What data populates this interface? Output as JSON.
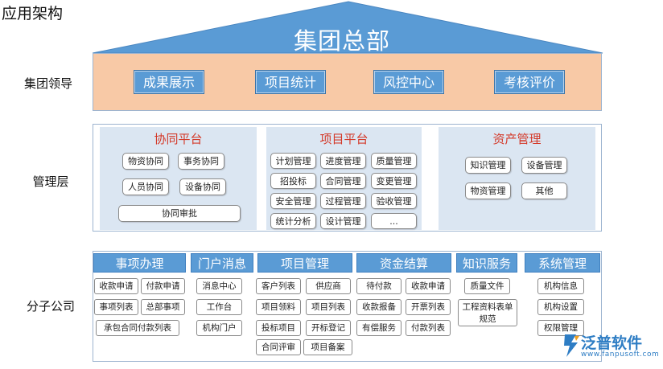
{
  "page_title": "应用架构",
  "hq_title": "集团总部",
  "rows": {
    "leadership": "集团领导",
    "management": "管理层",
    "subsidiary": "分子公司"
  },
  "leadership_items": [
    "成果展示",
    "项目统计",
    "风控中心",
    "考核评价"
  ],
  "management": {
    "collab": {
      "title": "协同平台",
      "items": [
        "物资协同",
        "事务协同",
        "人员协同",
        "设备协同",
        "协同审批"
      ]
    },
    "project": {
      "title": "项目平台",
      "items": [
        "计划管理",
        "进度管理",
        "质量管理",
        "招投标",
        "合同管理",
        "变更管理",
        "安全管理",
        "过程管理",
        "验收管理",
        "统计分析",
        "设计管理",
        "..."
      ]
    },
    "asset": {
      "title": "资产管理",
      "items": [
        "知识管理",
        "设备管理",
        "物资管理",
        "其他"
      ]
    }
  },
  "subsidiary": {
    "matters": {
      "title": "事项办理",
      "items": [
        "收款申请",
        "付款申请",
        "事项列表",
        "总部事项",
        "承包合同付款列表"
      ]
    },
    "portal": {
      "title": "门户消息",
      "items": [
        "消息中心",
        "工作台",
        "机构门户"
      ]
    },
    "project": {
      "title": "项目管理",
      "items": [
        "客户列表",
        "供应商",
        "项目领料",
        "项目列表",
        "投标项目",
        "开标登记",
        "合同评审",
        "项目备案"
      ]
    },
    "funds": {
      "title": "资金结算",
      "items": [
        "待付款",
        "收款申请",
        "收款报备",
        "开票列表",
        "有偿服务",
        "付款列表"
      ]
    },
    "knowledge": {
      "title": "知识服务",
      "items": [
        "质量文件",
        "工程资料表单规范"
      ]
    },
    "system": {
      "title": "系统管理",
      "items": [
        "机构信息",
        "机构设置",
        "权限管理"
      ]
    }
  },
  "logo": {
    "name": "泛普软件",
    "url": "www.fanpusoft.com"
  },
  "colors": {
    "accent_blue": "#5a9bd5",
    "leader_band": "#f8c9a6",
    "panel_bg": "#dbe6f2",
    "panel_title": "#d43a2a"
  }
}
